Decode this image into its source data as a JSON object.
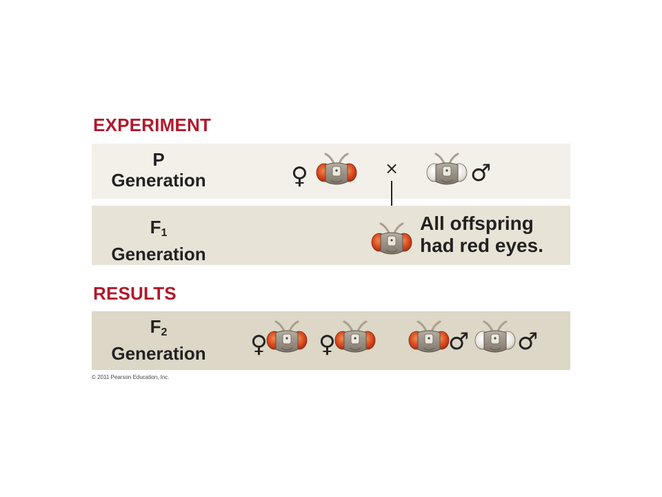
{
  "experiment_heading": "EXPERIMENT",
  "results_heading": "RESULTS",
  "p_generation": {
    "symbol": "P",
    "label": "Generation"
  },
  "f1_generation": {
    "symbol": "F",
    "subscript": "1",
    "label": "Generation"
  },
  "f2_generation": {
    "symbol": "F",
    "subscript": "2",
    "label": "Generation"
  },
  "female_symbol": "♀",
  "male_symbol": "♂",
  "cross_symbol": "×",
  "f1_result_line1": "All offspring",
  "f1_result_line2": "had red eyes.",
  "copyright": "© 2011 Pearson Education, Inc.",
  "colors": {
    "heading": "#b2182b",
    "red_eye": "#d9441e",
    "white_eye": "#e8e4df",
    "fly_body": "#8c8478"
  },
  "flies": [
    {
      "generation": "P",
      "sex": "female",
      "eye": "red"
    },
    {
      "generation": "P",
      "sex": "male",
      "eye": "white"
    },
    {
      "generation": "F1",
      "eye": "red"
    },
    {
      "generation": "F2",
      "sex": "female",
      "eye": "red"
    },
    {
      "generation": "F2",
      "sex": "female",
      "eye": "red"
    },
    {
      "generation": "F2",
      "sex": "male",
      "eye": "red"
    },
    {
      "generation": "F2",
      "sex": "male",
      "eye": "white"
    }
  ]
}
